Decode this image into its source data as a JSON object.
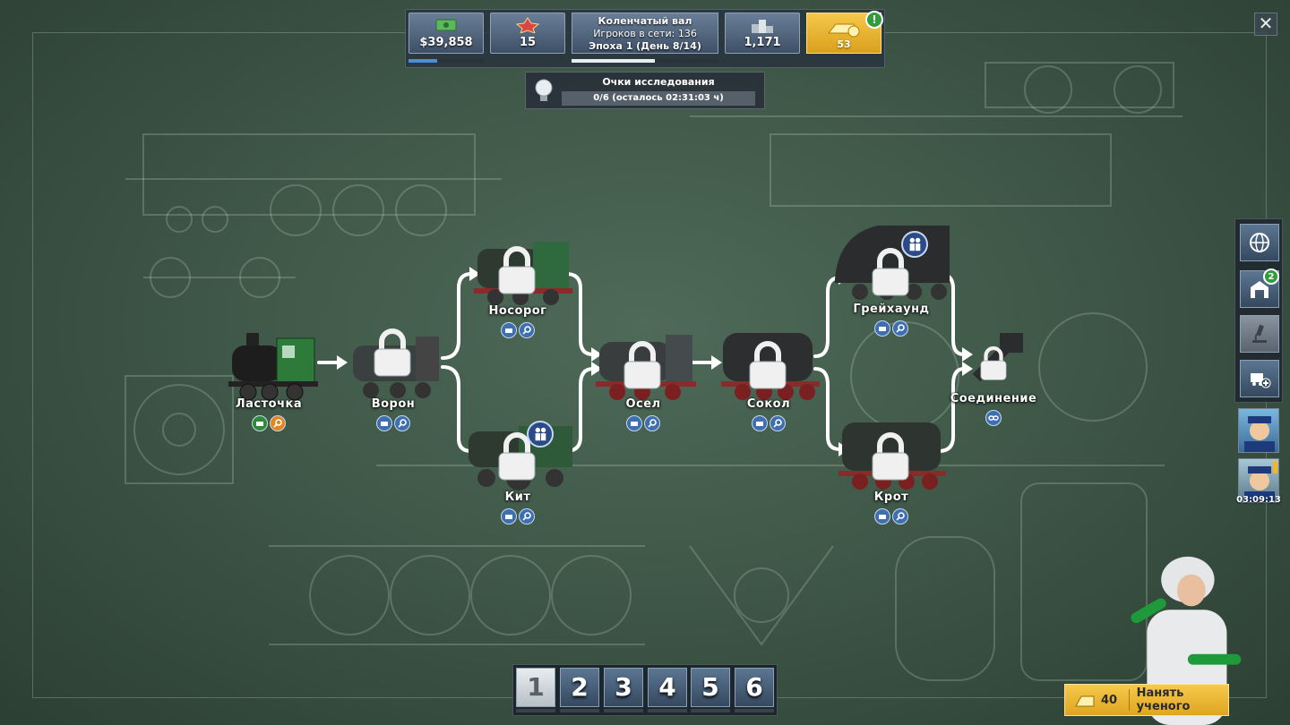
{
  "hud": {
    "money": "$39,858",
    "level": "15",
    "server_name": "Коленчатый вал",
    "players_online": "Игроков в сети: 136",
    "epoch": "Эпоха 1 (День 8/14)",
    "rank": "1,171",
    "gold": "53",
    "gold_alert": "!",
    "money_progress": 0.38,
    "epoch_progress": 0.57
  },
  "research": {
    "title": "Очки исследования",
    "points": "0/6 (осталось 02:31:03 ч)"
  },
  "close_label": "✕",
  "nodes": [
    {
      "id": "lastochka",
      "label": "Ласточка",
      "locked": false
    },
    {
      "id": "voron",
      "label": "Ворон",
      "locked": true
    },
    {
      "id": "nosorog",
      "label": "Носорог",
      "locked": true
    },
    {
      "id": "kit",
      "label": "Кит",
      "locked": true
    },
    {
      "id": "osel",
      "label": "Осел",
      "locked": true
    },
    {
      "id": "sokol",
      "label": "Сокол",
      "locked": true
    },
    {
      "id": "greyhound",
      "label": "Грейхаунд",
      "locked": true
    },
    {
      "id": "krot",
      "label": "Крот",
      "locked": true
    },
    {
      "id": "soedinenie",
      "label": "Соединение",
      "locked": true
    }
  ],
  "sidebar": {
    "depot_badge": "2",
    "timer": "03:09:13"
  },
  "tabs": [
    "1",
    "2",
    "3",
    "4",
    "5",
    "6"
  ],
  "active_tab": "1",
  "hire": {
    "cost": "40",
    "label": "Нанять ученого"
  },
  "colors": {
    "board": "#3f5848",
    "accent_blue": "#4a8fd8",
    "gold": "#e0a51f",
    "alert_green": "#2e9d3a"
  }
}
